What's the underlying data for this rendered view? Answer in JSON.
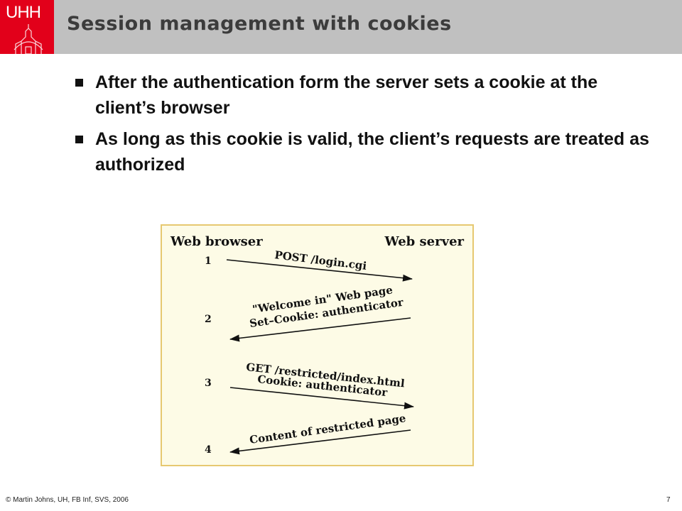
{
  "header": {
    "logo_text": "UHH",
    "title": "Session management  with cookies"
  },
  "bullets": [
    "After the authentication form the server sets a cookie at the client’s browser",
    "As long as this cookie is valid, the client’s requests are treated as authorized"
  ],
  "diagram": {
    "left_label": "Web browser",
    "right_label": "Web server",
    "steps": [
      {
        "num": "1",
        "lines": [
          "POST /login.cgi"
        ]
      },
      {
        "num": "2",
        "lines": [
          "\"Welcome in\" Web page",
          "Set–Cookie: authenticator"
        ]
      },
      {
        "num": "3",
        "lines": [
          "GET /restricted/index.html",
          "Cookie: authenticator"
        ]
      },
      {
        "num": "4",
        "lines": [
          "Content of restricted page"
        ]
      }
    ]
  },
  "footer": {
    "copyright": "©  Martin Johns, UH, FB Inf, SVS, 2006",
    "page": "7"
  },
  "colors": {
    "header_bg": "#c0c0c0",
    "logo_red": "#e2001a",
    "diagram_bg": "#fdfbe6",
    "diagram_border": "#e6c870"
  }
}
